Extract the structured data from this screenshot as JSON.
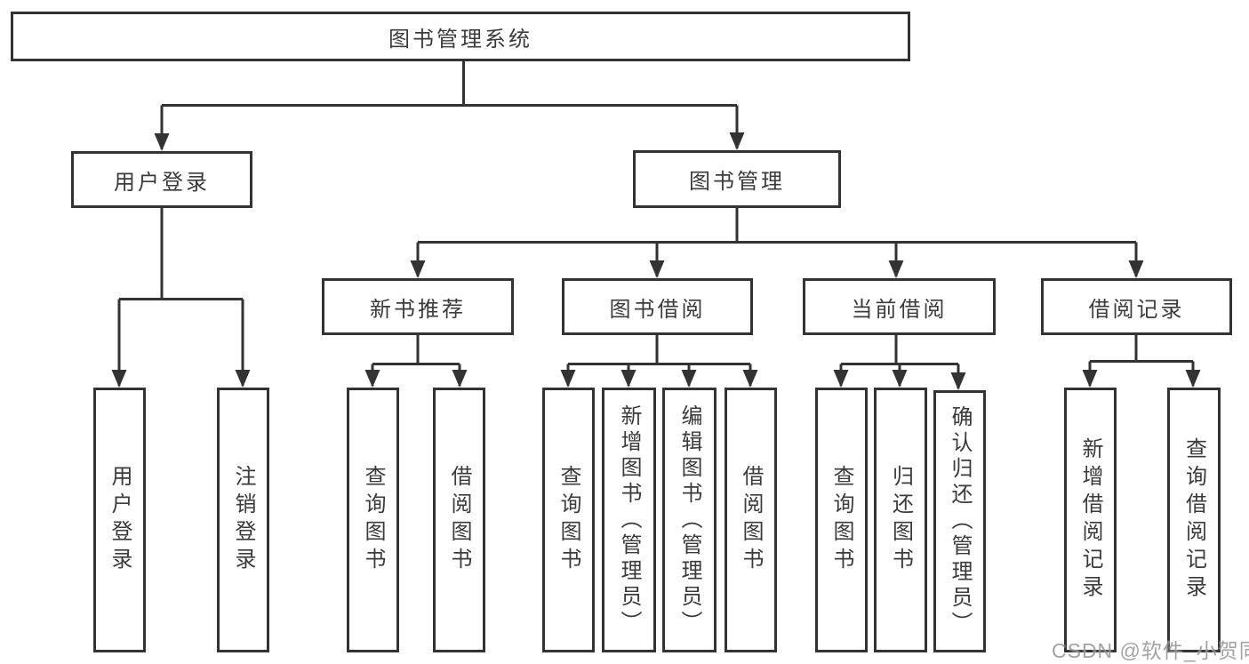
{
  "colors": {
    "line": "#333333",
    "box_border": "#333333",
    "text": "#3b3b3b",
    "watermark": "#808080",
    "background": "#ffffff"
  },
  "watermark": "CSDN @软件_小贺同学",
  "tree": {
    "label": "图书管理系统",
    "children": [
      {
        "label": "用户登录",
        "children": [
          {
            "label": "用户登录"
          },
          {
            "label": "注销登录"
          }
        ]
      },
      {
        "label": "图书管理",
        "children": [
          {
            "label": "新书推荐",
            "children": [
              {
                "label": "查询图书"
              },
              {
                "label": "借阅图书"
              }
            ]
          },
          {
            "label": "图书借阅",
            "children": [
              {
                "label": "查询图书"
              },
              {
                "label": "新增图书（管理员）"
              },
              {
                "label": "编辑图书（管理员）"
              },
              {
                "label": "借阅图书"
              }
            ]
          },
          {
            "label": "当前借阅",
            "children": [
              {
                "label": "查询图书"
              },
              {
                "label": "归还图书"
              },
              {
                "label": "确认归还（管理员）"
              }
            ]
          },
          {
            "label": "借阅记录",
            "children": [
              {
                "label": "新增借阅记录"
              },
              {
                "label": "查询借阅记录"
              }
            ]
          }
        ]
      }
    ]
  }
}
